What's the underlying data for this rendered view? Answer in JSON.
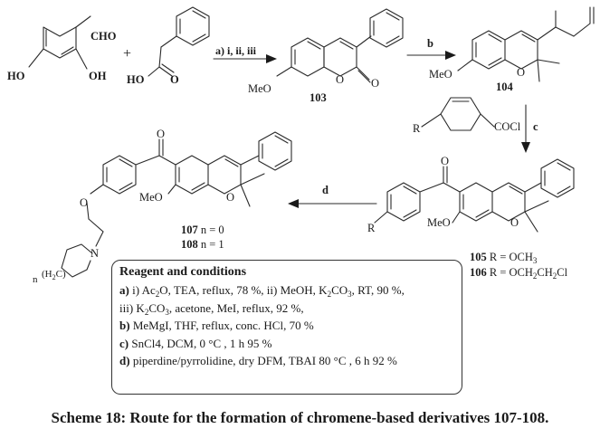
{
  "scheme": {
    "operators": {
      "plus": "+"
    },
    "starting_materials": {
      "aldehyde": {
        "substituents": {
          "cho": "CHO",
          "oh_left": "HO",
          "oh_right": "OH"
        }
      },
      "phenylacetic_acid": {
        "substituents": {
          "ho": "HO",
          "carbonyl_o": "O"
        }
      }
    },
    "steps": {
      "a": {
        "label": "a) i, ii, iii"
      },
      "b": {
        "label": "b"
      },
      "c": {
        "label": "c",
        "reagent": {
          "r": "R",
          "acyl": "COCl"
        }
      },
      "d": {
        "label": "d"
      }
    },
    "compounds": {
      "c103": {
        "id": "103",
        "meo": "MeO",
        "ring_o": "O",
        "carbonyl_o": "O"
      },
      "c104": {
        "id": "104",
        "meo": "MeO",
        "ring_o": "O"
      },
      "c105_106": {
        "meo": "MeO",
        "ring_o": "O",
        "carbonyl_o": "O",
        "r": "R",
        "variants": [
          {
            "id": "105",
            "text": "R = OCH3"
          },
          {
            "id": "106",
            "text": "R = OCH2CH2Cl"
          }
        ]
      },
      "c107_108": {
        "meo": "MeO",
        "ring_o": "O",
        "carbonyl_o": "O",
        "ether_o": "O",
        "n": "N",
        "ch2": "(H2C)",
        "n_index": "n",
        "variants": [
          {
            "id": "107",
            "text": "n = 0"
          },
          {
            "id": "108",
            "text": "n = 1"
          }
        ]
      }
    }
  },
  "conditions": {
    "title": "Reagent and conditions",
    "lines": [
      {
        "label": "a)",
        "html": " i) Ac<sub>2</sub>O, TEA, reflux, 78 %, ii) MeOH, K<sub>2</sub>CO<sub>3</sub>, RT, 90 %,"
      },
      {
        "label": "",
        "html": " iii) K<sub>2</sub>CO<sub>3</sub>, acetone, MeI, reflux, 92 %,"
      },
      {
        "label": "b)",
        "html": " MeMgI, THF, reflux, conc. HCl, 70 %"
      },
      {
        "label": "c)",
        "html": " SnCl4, DCM,  0 °C , 1 h 95 %"
      },
      {
        "label": "d)",
        "html": "  piperdine/pyrrolidine, dry DFM, TBAI 80 °C , 6 h 92 %"
      }
    ]
  },
  "caption": "Scheme 18: Route for the formation of chromene-based derivatives 107-108."
}
